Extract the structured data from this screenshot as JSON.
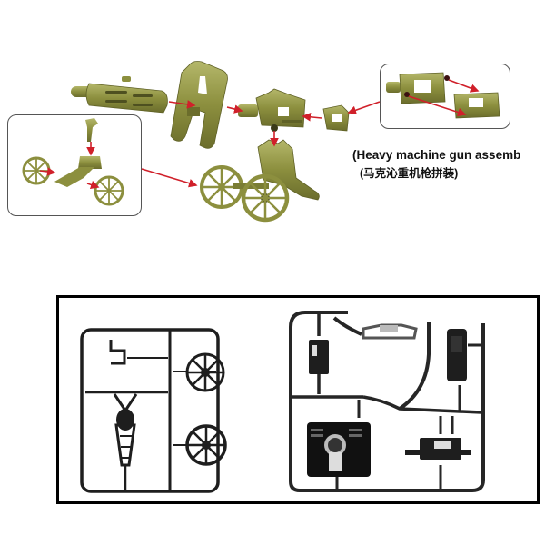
{
  "caption": {
    "line1": "(Heavy machine gun assemb",
    "line2": "(马克沁重机枪拼装)"
  },
  "colors": {
    "part_olive": "#8c8f3e",
    "part_olive_dark": "#5f6126",
    "part_olive_light": "#b4b76a",
    "arrow_red": "#d0202a",
    "sprue_black": "#1e1e1e",
    "frame_border": "#000000",
    "inset_border": "#555555"
  },
  "assembly_diagram": {
    "parts": [
      "water-jacket-barrel",
      "gun-shield",
      "receiver",
      "feed-block",
      "wheeled-carriage",
      "tripod-mount",
      "wheel-left",
      "wheel-right"
    ],
    "insets": [
      "carriage-assembly-inset",
      "receiver-assembly-inset"
    ]
  },
  "sprue_sheet": {
    "sprues": [
      "sprue-a-wheels-and-trail",
      "sprue-b-shield-and-gun"
    ]
  }
}
